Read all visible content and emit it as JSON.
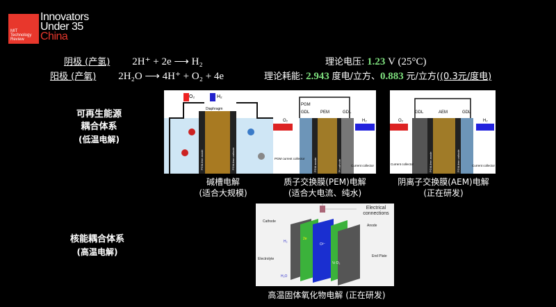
{
  "logo": {
    "badge": [
      "MIT",
      "Technology",
      "Review"
    ],
    "line1": "Innovators",
    "line2": "Under 35",
    "line3": "China"
  },
  "equations": {
    "cathode_label": "阴极 (产氢)",
    "cathode_eq": "2H⁺ + 2e ⟶ H₂",
    "anode_label": "阳极 (产氧)",
    "anode_eq": "2H₂O ⟶ 4H⁺ + O₂ + 4e",
    "voltage_label": "理论电压:",
    "voltage_value": "1.23",
    "voltage_unit": "V (25°C)",
    "energy_label": "理论耗能:",
    "energy_value": "2.943",
    "energy_unit": "度电/立方、",
    "cost_value": "0.883",
    "cost_unit": "元/立方(",
    "cost_note": "(0.3元/度电)"
  },
  "renewable": {
    "line1": "可再生能源",
    "line2": "耦合体系",
    "line3": "(低温电解)"
  },
  "nuclear": {
    "line1": "核能耦合体系",
    "line2": "(高温电解)"
  },
  "diagrams": [
    {
      "caption1": "碱槽电解",
      "caption2": "(适合大规模)",
      "labels": [
        "O₂",
        "H₂",
        "Diaphragm",
        "PGM-free anode",
        "PGM-free cathode"
      ]
    },
    {
      "caption1": "质子交换膜(PEM)电解",
      "caption2": "(适合大电流、纯水)",
      "labels": [
        "PGM",
        "GDL",
        "PEM",
        "GDL",
        "O₂",
        "H₂",
        "PGM current collector",
        "Current collector",
        "PGM anode",
        "Pt cathode"
      ]
    },
    {
      "caption1": "阴离子交换膜(AEM)电解",
      "caption2": "(正在研发)",
      "labels": [
        "GDL",
        "AEM",
        "GDL",
        "O₂",
        "H₂",
        "Current collector",
        "Current collector",
        "PGM-free anode",
        "PGM-free cathode"
      ]
    }
  ],
  "soec": {
    "caption": "高温固体氧化物电解 (正在研发)",
    "labels": [
      "Cathode",
      "Electrical connections",
      "Anode",
      "Electrolyte",
      "End Plate",
      "H₂",
      "H₂O",
      "O²⁻",
      "½ O₂",
      "2e"
    ]
  },
  "colors": {
    "logo_red": "#e8372c",
    "highlight_green": "#7ee07e"
  }
}
